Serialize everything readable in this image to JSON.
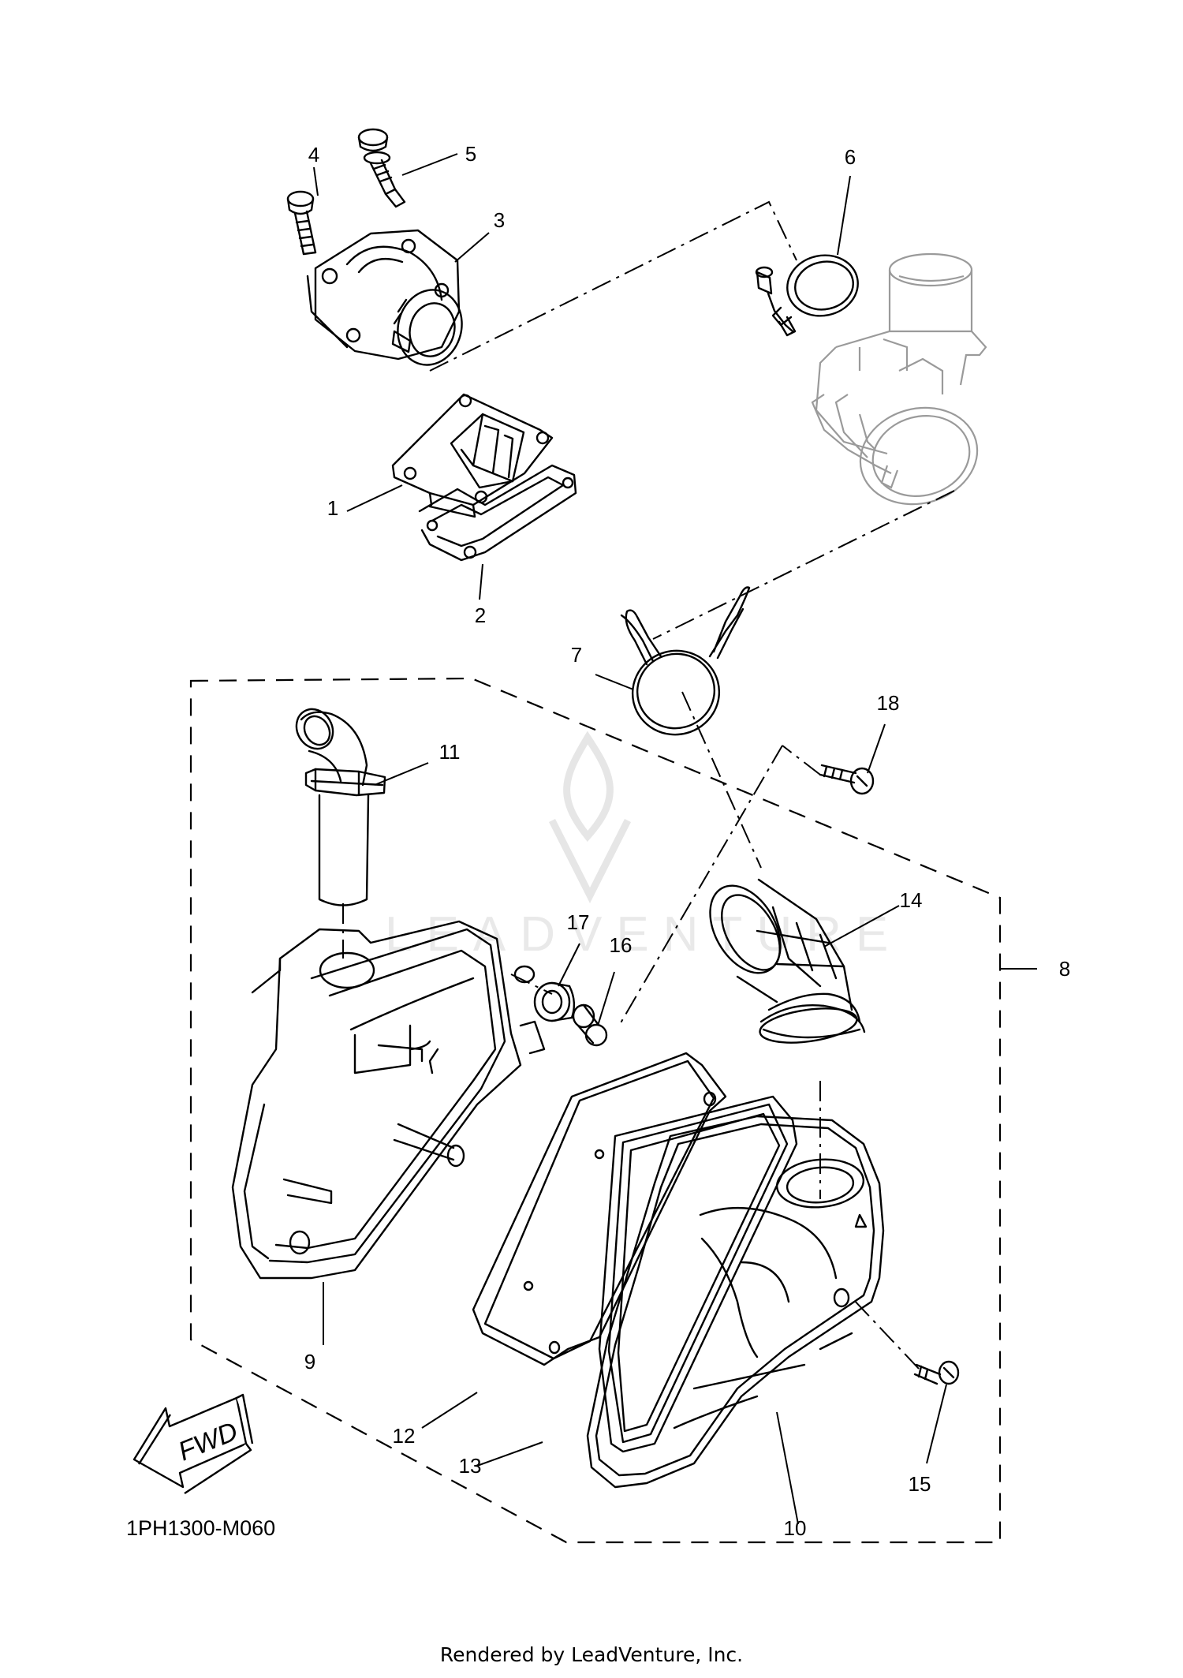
{
  "diagram": {
    "code": "1PH1300-M060",
    "credit": "Rendered by LeadVenture, Inc.",
    "direction_label": "FWD",
    "watermark_text": "LEADVENTURE",
    "callouts": [
      "1",
      "2",
      "3",
      "4",
      "5",
      "6",
      "7",
      "8",
      "9",
      "10",
      "11",
      "12",
      "13",
      "14",
      "15",
      "16",
      "17",
      "18"
    ]
  },
  "parts": [
    {
      "callout": "1",
      "icon": "reed-valve-assembly"
    },
    {
      "callout": "2",
      "icon": "reed-valve-gasket"
    },
    {
      "callout": "3",
      "icon": "intake-manifold-joint"
    },
    {
      "callout": "4",
      "icon": "manifold-bolt"
    },
    {
      "callout": "5",
      "icon": "manifold-bolt"
    },
    {
      "callout": "6",
      "icon": "hose-clamp"
    },
    {
      "callout": "7",
      "icon": "spring-clamp"
    },
    {
      "callout": "8",
      "icon": "air-filter-case-assembly"
    },
    {
      "callout": "9",
      "icon": "air-filter-case-lower"
    },
    {
      "callout": "10",
      "icon": "air-filter-case-cover"
    },
    {
      "callout": "11",
      "icon": "breather-tube"
    },
    {
      "callout": "12",
      "icon": "filter-element"
    },
    {
      "callout": "13",
      "icon": "case-gasket"
    },
    {
      "callout": "14",
      "icon": "intake-joint-duct"
    },
    {
      "callout": "15",
      "icon": "screw"
    },
    {
      "callout": "16",
      "icon": "collar"
    },
    {
      "callout": "17",
      "icon": "grommet"
    },
    {
      "callout": "18",
      "icon": "screw"
    }
  ],
  "colors": {
    "line": "#000000",
    "ghost_part": "#9a9a9a",
    "watermark": "#e9e9e9",
    "background": "#ffffff"
  }
}
